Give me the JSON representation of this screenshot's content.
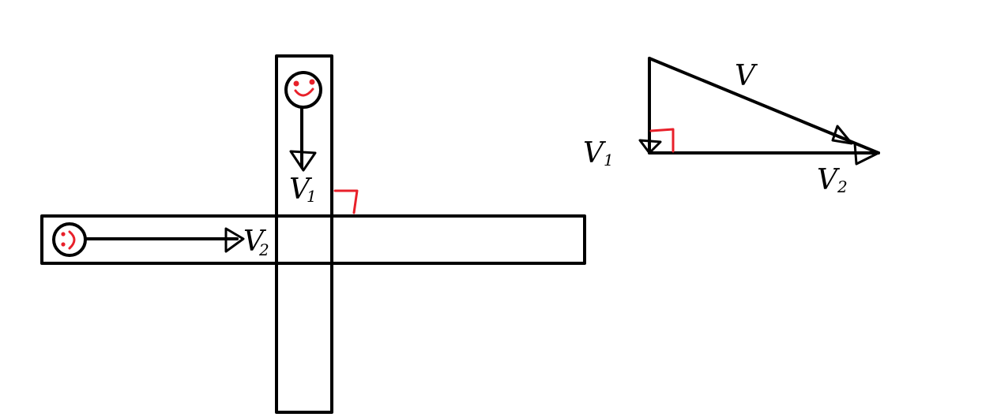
{
  "colors": {
    "ink": "#000000",
    "accent": "#e8202a",
    "background": "#ffffff"
  },
  "labels": {
    "v1_left": {
      "main": "V",
      "sub": "1"
    },
    "v2_left": {
      "main": "V",
      "sub": "2"
    },
    "v": {
      "main": "V"
    },
    "v1_right": {
      "main": "V",
      "sub": "1"
    },
    "v2_right": {
      "main": "V",
      "sub": "2"
    }
  },
  "icons": {
    "top_person": "smiley-face-icon",
    "left_person": "smiley-face-icon"
  }
}
